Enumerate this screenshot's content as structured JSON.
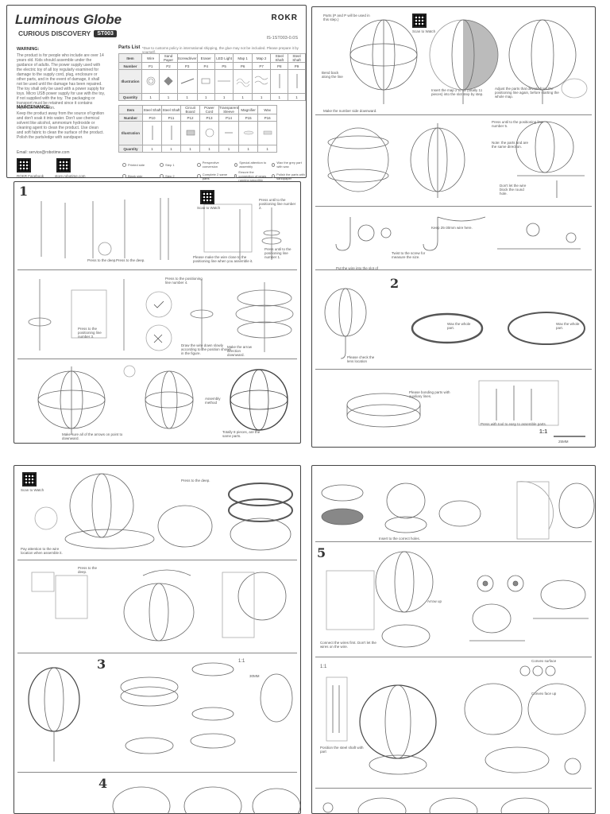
{
  "header": {
    "title": "Luminous Globe",
    "subtitle": "CURIOUS DISCOVERY",
    "model": "ST003",
    "brand": "ROKR",
    "code": "IS-1ST003-0.0S"
  },
  "warnings": {
    "heading": "WARNING:",
    "text": "The product is for people who include are over 14 years old. Kids should assemble under the guidance of adults. The power supply used with the electric toy of all toy regularly examined for damage to the supply cord, plug, enclosure or other parts, and in the event of damage, it shall not be used until the damage has been repaired. The toy shall only be used with a power supply for toys. Micro USB power supply for use with the toy, if not supplied with the toy. The packaging or transport must be retained since it contains important information."
  },
  "maintenance": {
    "heading": "MAINTENANCE:",
    "text": "Keep the product away from the source of ignition and don't soak it into water. Don't use chemical solvent like alcohol, ammonium hydroxide or cleaning agent to clean the product. Use clean and soft fabric to clean the surface of the product. Polish the parts/edge with sandpaper."
  },
  "email": "Email: service@robotime.com",
  "qr_labels": [
    "ROKR Facebook",
    "store.robotime.com"
  ],
  "parts": {
    "title": "Parts List",
    "note": "*Due to customs policy in international shipping, the glue may not be included. Please prepare it by yourself.",
    "row1": {
      "labels": [
        "Item",
        "Number",
        "Illustration",
        "Quantity"
      ],
      "items": [
        "Wire",
        "Sand Paper",
        "Screwdriver",
        "Eraser",
        "LED Light",
        "Map 1",
        "Map 2",
        "Steel Shaft",
        "Steel Shaft"
      ],
      "numbers": [
        "P1",
        "P2",
        "P3",
        "P4",
        "P5",
        "P6",
        "P7",
        "P8",
        "P9"
      ],
      "quantities": [
        "1",
        "1",
        "1",
        "1",
        "1",
        "1",
        "1",
        "1",
        "1"
      ]
    },
    "row2": {
      "items": [
        "Steel Shaft",
        "Steel Shaft",
        "Circuit Board",
        "Power Cord",
        "Transparent Sleeve",
        "Magnifier",
        "Wax"
      ],
      "numbers": [
        "P10",
        "P11",
        "P12",
        "P13",
        "P14",
        "P15",
        "P16"
      ],
      "quantities": [
        "1",
        "1",
        "1",
        "1",
        "1",
        "1",
        "1"
      ]
    }
  },
  "legend": [
    "Printed side",
    "Step 1",
    "Perspective conversion",
    "Special attention to assembly",
    "Wax the grey part with wax",
    "Blank side",
    "Step 2",
    "Complete 2 same parts",
    "Ensure the connection of gears running smoothly",
    "Polish the parts with sandpaper"
  ],
  "pages": {
    "p2": {
      "step": "1",
      "captions": [
        "Press to the deep.",
        "Press to the deep.",
        "Scan to Watch",
        "Press until to the positioning line number 2.",
        "Please make the wire close to the positioning line when you assemble it.",
        "Press until to the positioning line number 1.",
        "Press to the positioning line number 4.",
        "Press to the positioning line number 3.",
        "Draw the wire down slowly according to the position shown in the figure.",
        "Make the arrow direction downward.",
        "Make sure all of the arrows on point to downward.",
        "Totally 8 pieces, are the same parts.",
        "Assembly method"
      ]
    },
    "p3": {
      "step": "2",
      "captions": [
        "Parts (P and P will be used in this step.)",
        "Scan to Watch",
        "Bend back along the line",
        "Make the number side downward.",
        "Insert the map 2 to 12 (totally 11 pieces) into the slot step by step.",
        "Adjust the parts that deviate from the positioning line again, before starting the whole map.",
        "Press until to the positioning line number 5.",
        "Note: the parts and are the same direction.",
        "Don't let the wire block the round hole.",
        "Keep 25-30mm wire here.",
        "Twist to the screw for measure the size.",
        "Put the wire into the slot of",
        "Please check the lens location",
        "Wax the whole part.",
        "Wax the whole part.",
        "Please bonding parts with auxiliary lines.",
        "Press with tool to easy to assemble parts.",
        "1:1",
        "25MM"
      ]
    },
    "p4": {
      "steps": [
        "3",
        "4"
      ],
      "captions": [
        "Scan to Watch",
        "Press to the deep.",
        "Pay attention to the wire location when assemble it.",
        "Press to the deep.",
        "1:1",
        "30MM"
      ]
    },
    "p5": {
      "steps": [
        "5"
      ],
      "captions": [
        "Insert to the correct holes.",
        "Arrow up",
        "Connect the wires first. Don't let the wires on the wire.",
        "Convex surface",
        "Convex face up",
        "1:1",
        "Position the steel shaft with part"
      ]
    }
  }
}
